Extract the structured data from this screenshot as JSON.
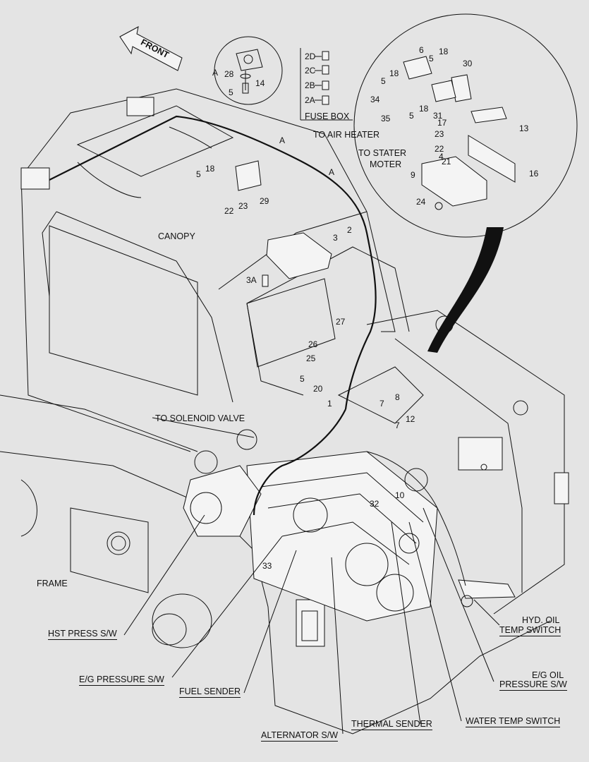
{
  "diagram": {
    "front_arrow": "FRONT",
    "detail_marker": "A",
    "fuse_box": {
      "title": "FUSE BOX",
      "fuses": [
        "2D",
        "2C",
        "2B",
        "2A"
      ]
    },
    "labels": {
      "canopy": "CANOPY",
      "frame": "FRAME",
      "to_air_heater": "TO AIR HEATER",
      "to_stater_moter_line1": "TO STATER",
      "to_stater_moter_line2": "MOTER",
      "to_solenoid_valve": "TO SOLENOID VALVE",
      "hst_press": "HST PRESS S/W",
      "eg_pressure": "E/G PRESSURE S/W",
      "fuel_sender": "FUEL SENDER",
      "alternator": "ALTERNATOR S/W",
      "thermal_sender": "THERMAL SENDER",
      "water_temp": "WATER TEMP SWITCH",
      "hyd_oil_line1": "HYD. OIL",
      "hyd_oil_line2": "TEMP SWITCH",
      "eg_oil_line1": "E/G OIL",
      "eg_oil_line2": "PRESSURE S/W"
    },
    "part_numbers": {
      "p28": "28",
      "p14": "14",
      "p5a": "5",
      "p6": "6",
      "p18a": "18",
      "p5b": "5",
      "p30": "30",
      "p5c": "5",
      "p18b": "18",
      "p34": "34",
      "p18c": "18",
      "p5d": "5",
      "p31": "31",
      "p35": "35",
      "p13": "13",
      "p17": "17",
      "p23a": "23",
      "p22a": "22",
      "p4": "4",
      "p21": "21",
      "p16": "16",
      "p9": "9",
      "p24": "24",
      "p5e": "5",
      "p18d": "18",
      "p22b": "22",
      "p23b": "23",
      "p29": "29",
      "p2": "2",
      "p3": "3",
      "p3A": "3A",
      "p27": "27",
      "p26": "26",
      "p25": "25",
      "p5f": "5",
      "p20": "20",
      "p1": "1",
      "p8": "8",
      "p7a": "7",
      "p12": "12",
      "p7b": "7",
      "p32": "32",
      "p10": "10",
      "p33": "33"
    }
  }
}
